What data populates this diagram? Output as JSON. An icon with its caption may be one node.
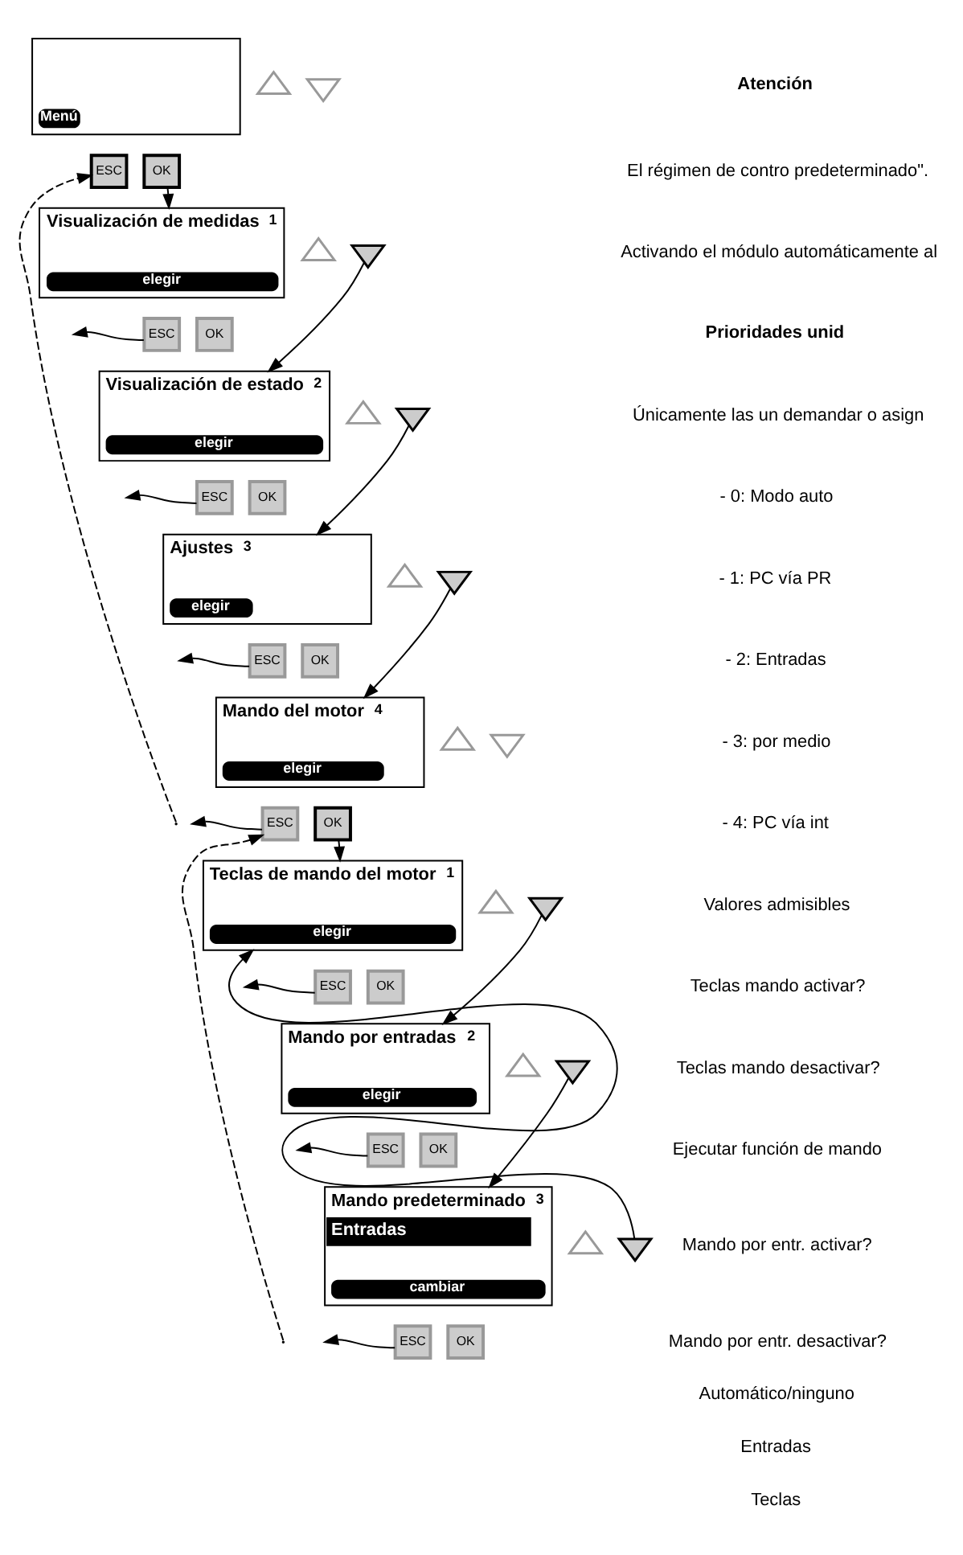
{
  "diagram": {
    "nodes": [
      {
        "text": [
          "Menú"
        ]
      },
      {
        "text": [],
        "shape": "triangle"
      },
      {
        "text": [],
        "shape": "triangle"
      },
      {
        "text": [
          "ESC"
        ]
      },
      {
        "text": [
          "OK"
        ]
      },
      {
        "text": [
          "Visualización de medidas",
          "1",
          "elegir"
        ]
      },
      {
        "text": [],
        "shape": "triangle"
      },
      {
        "text": [],
        "shape": "triangle"
      },
      {
        "text": [
          "ESC"
        ]
      },
      {
        "text": [
          "OK"
        ]
      },
      {
        "text": [
          "Visualización de estado",
          "2",
          "elegir"
        ]
      },
      {
        "text": [],
        "shape": "triangle"
      },
      {
        "text": [],
        "shape": "triangle"
      },
      {
        "text": [
          "ESC"
        ]
      },
      {
        "text": [
          "OK"
        ]
      },
      {
        "text": [
          "Ajustes",
          "3",
          "elegir"
        ]
      },
      {
        "text": [],
        "shape": "triangle"
      },
      {
        "text": [],
        "shape": "triangle"
      },
      {
        "text": [
          "ESC"
        ]
      },
      {
        "text": [
          "OK"
        ]
      },
      {
        "text": [
          "Mando del motor",
          "4",
          "elegir"
        ]
      },
      {
        "text": [],
        "shape": "triangle"
      },
      {
        "text": [],
        "shape": "triangle"
      },
      {
        "text": [
          "ESC"
        ]
      },
      {
        "text": [
          "OK"
        ]
      },
      {
        "text": [
          "Teclas de mando del motor",
          "1",
          "elegir"
        ]
      },
      {
        "text": [],
        "shape": "triangle"
      },
      {
        "text": [],
        "shape": "triangle"
      },
      {
        "text": [
          "ESC"
        ]
      },
      {
        "text": [
          "OK"
        ]
      },
      {
        "text": [
          "Mando por entradas",
          "2",
          "elegir"
        ]
      },
      {
        "text": [],
        "shape": "triangle"
      },
      {
        "text": [],
        "shape": "triangle"
      },
      {
        "text": [
          "ESC"
        ]
      },
      {
        "text": [
          "OK"
        ]
      },
      {
        "text": [
          "Mando predeterminado",
          "3",
          "Entradas",
          "cambiar"
        ]
      },
      {
        "text": [],
        "shape": "triangle"
      },
      {
        "text": [],
        "shape": "triangle"
      },
      {
        "text": [
          "ESC"
        ]
      },
      {
        "text": [
          "OK"
        ]
      }
    ],
    "edges": [
      {
        "from": 4,
        "to": 5,
        "arrow": "to"
      },
      {
        "from": 7,
        "to": 10,
        "arrow": "to"
      },
      {
        "from": 8,
        "to": null,
        "arrow": "to"
      },
      {
        "from": 12,
        "to": 15,
        "arrow": "to"
      },
      {
        "from": 13,
        "to": null,
        "arrow": "to"
      },
      {
        "from": 17,
        "to": 20,
        "arrow": "to"
      },
      {
        "from": 18,
        "to": null,
        "arrow": "to"
      },
      {
        "from": null,
        "to": 3,
        "arrow": "to",
        "style": "dashed"
      },
      {
        "from": null,
        "to": 23,
        "arrow": "to",
        "style": "dashed"
      },
      {
        "from": 23,
        "to": null,
        "arrow": "to"
      },
      {
        "from": 24,
        "to": 25,
        "arrow": "to"
      },
      {
        "from": 27,
        "to": 30,
        "arrow": "to"
      },
      {
        "from": 28,
        "to": null,
        "arrow": "to"
      },
      {
        "from": 32,
        "to": 35,
        "arrow": "to"
      },
      {
        "from": 33,
        "to": null,
        "arrow": "to"
      },
      {
        "from": 37,
        "to": 25,
        "arrow": "to"
      },
      {
        "from": 38,
        "to": null,
        "arrow": "to"
      }
    ],
    "labels": [
      "Atención",
      "El régimen de contro predeterminado\".",
      "Activando el módulo automáticamente al",
      "Prioridades unid",
      "Únicamente las un demandar o asign",
      "- 0: Modo auto",
      "- 1: PC vía PR",
      "- 2: Entradas",
      "- 3: por medio",
      "- 4: PC vía int",
      "Valores admisibles",
      "Teclas mando activar?",
      "Teclas mando desactivar?",
      "Ejecutar función de mando",
      "Mando por entr. activar?",
      "Mando por entr. desactivar?",
      "Automático/ninguno",
      "Entradas",
      "Teclas"
    ]
  }
}
